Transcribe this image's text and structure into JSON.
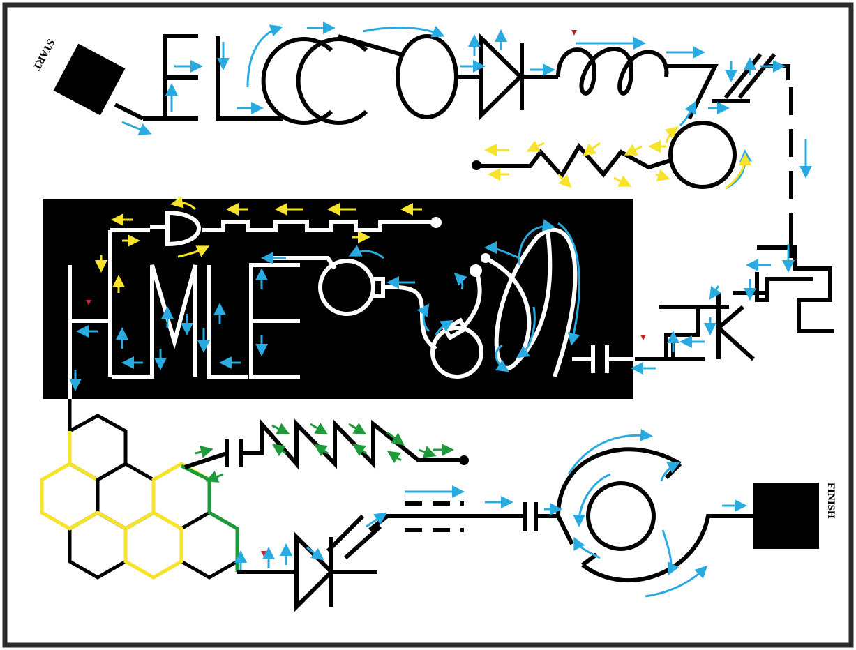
{
  "labels": {
    "start": "START",
    "finish": "FINISH"
  },
  "colors": {
    "background": "#ffffff",
    "wire": "#000000",
    "wire_on_dark": "#ffffff",
    "dark_panel": "#000000",
    "frame": "#2b2b2b",
    "arrow_blue": "#29abe2",
    "arrow_yellow": "#f6e32a",
    "arrow_green": "#1f9a3b",
    "hex_yellow": "#f6e32a",
    "hex_green": "#1f9a3b",
    "marker_red": "#c1272d"
  },
  "diagram": {
    "circuit_letters": [
      "E",
      "L",
      "C",
      "C",
      "O",
      "H",
      "M",
      "L",
      "E"
    ],
    "components": [
      "start-terminal",
      "inductor",
      "diode",
      "switch",
      "resistor",
      "wire-gap",
      "transistor",
      "capacitor",
      "and-gate",
      "resistor",
      "hex-grid",
      "capacitor",
      "resistor",
      "diode",
      "capacitor",
      "dashed-wire",
      "capacitor",
      "ring",
      "finish-terminal"
    ]
  }
}
